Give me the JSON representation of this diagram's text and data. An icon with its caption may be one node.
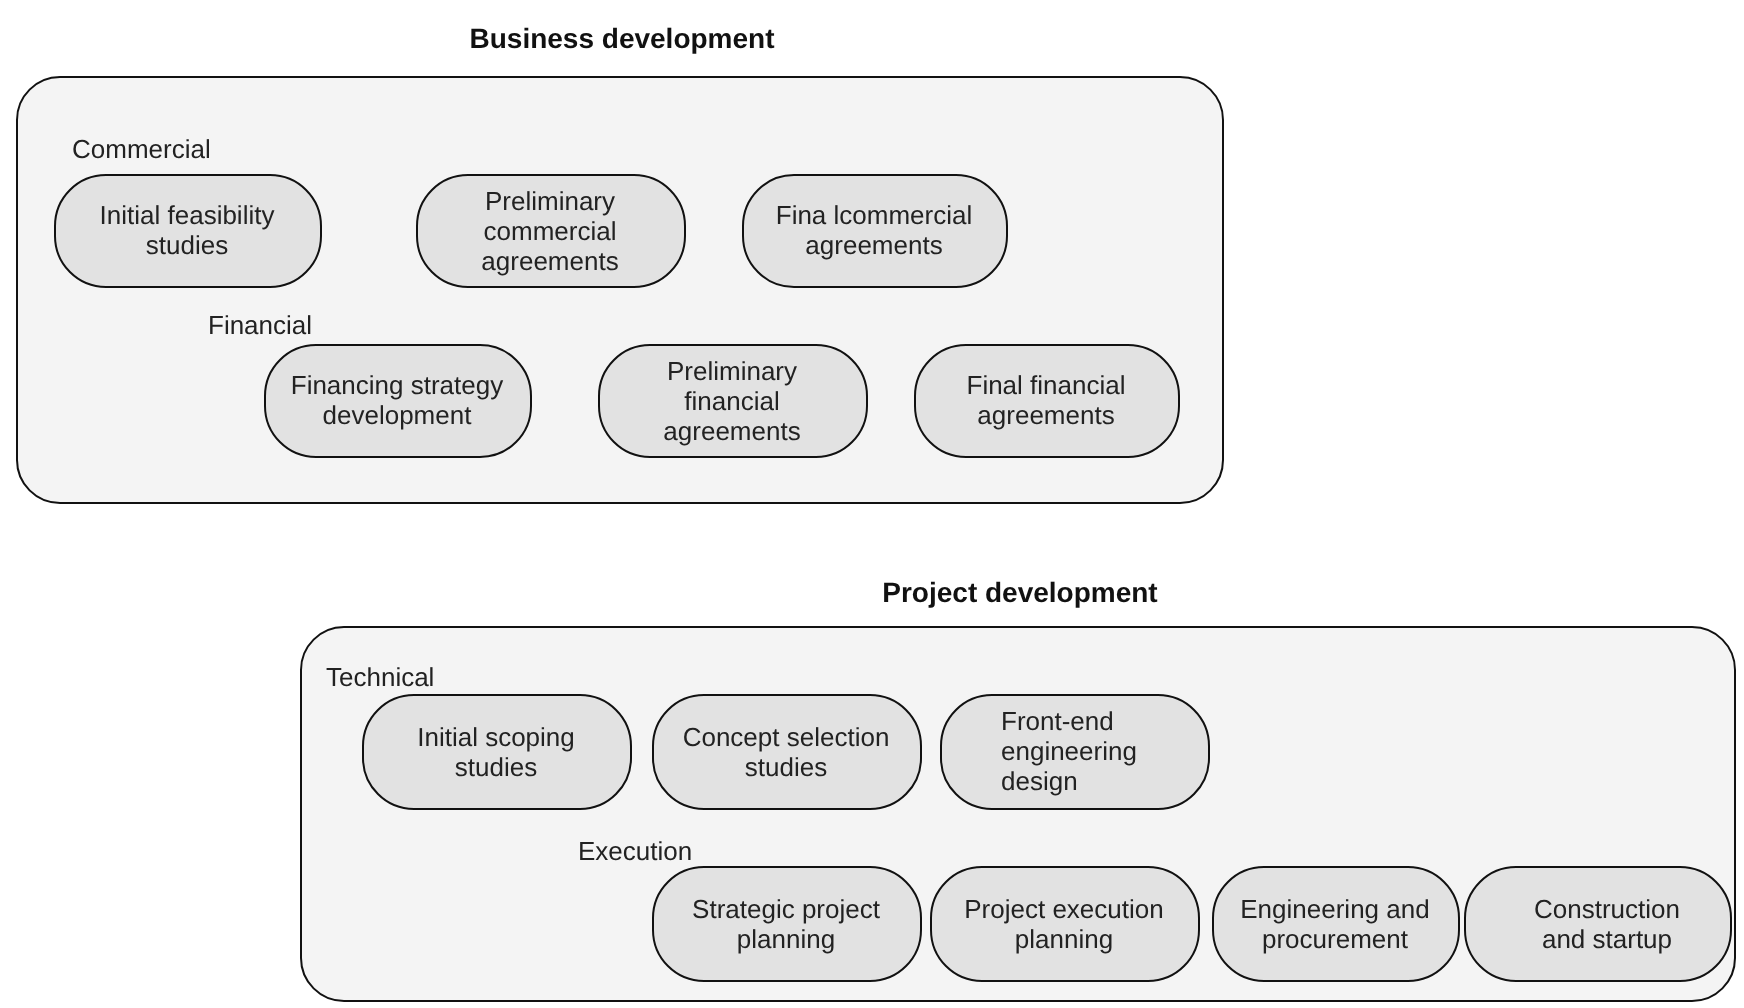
{
  "diagram": {
    "nodes": [
      {
        "text": [
          "Business development",
          "Commercial",
          "Financial"
        ]
      },
      {
        "text": [
          "Initial feasibility studies"
        ],
        "in": 0
      },
      {
        "text": [
          "Preliminary commercial agreements"
        ],
        "in": 0
      },
      {
        "text": [
          "Fina lcommercial agreements"
        ],
        "in": 0
      },
      {
        "text": [
          "Financing strategy development"
        ],
        "in": 0
      },
      {
        "text": [
          "Preliminary financial agreements"
        ],
        "in": 0
      },
      {
        "text": [
          "Final financial agreements"
        ],
        "in": 0
      },
      {
        "text": [
          "Project development",
          "Technical",
          "Execution"
        ]
      },
      {
        "text": [
          "Initial scoping studies"
        ],
        "in": 7
      },
      {
        "text": [
          "Concept selection studies"
        ],
        "in": 7
      },
      {
        "text": [
          "Front-end engineering design"
        ],
        "in": 7
      },
      {
        "text": [
          "Strategic project planning"
        ],
        "in": 7
      },
      {
        "text": [
          "Project execution planning"
        ],
        "in": 7
      },
      {
        "text": [
          "Engineering and procurement"
        ],
        "in": 7
      },
      {
        "text": [
          "Construction and startup"
        ],
        "in": 7
      }
    ]
  }
}
